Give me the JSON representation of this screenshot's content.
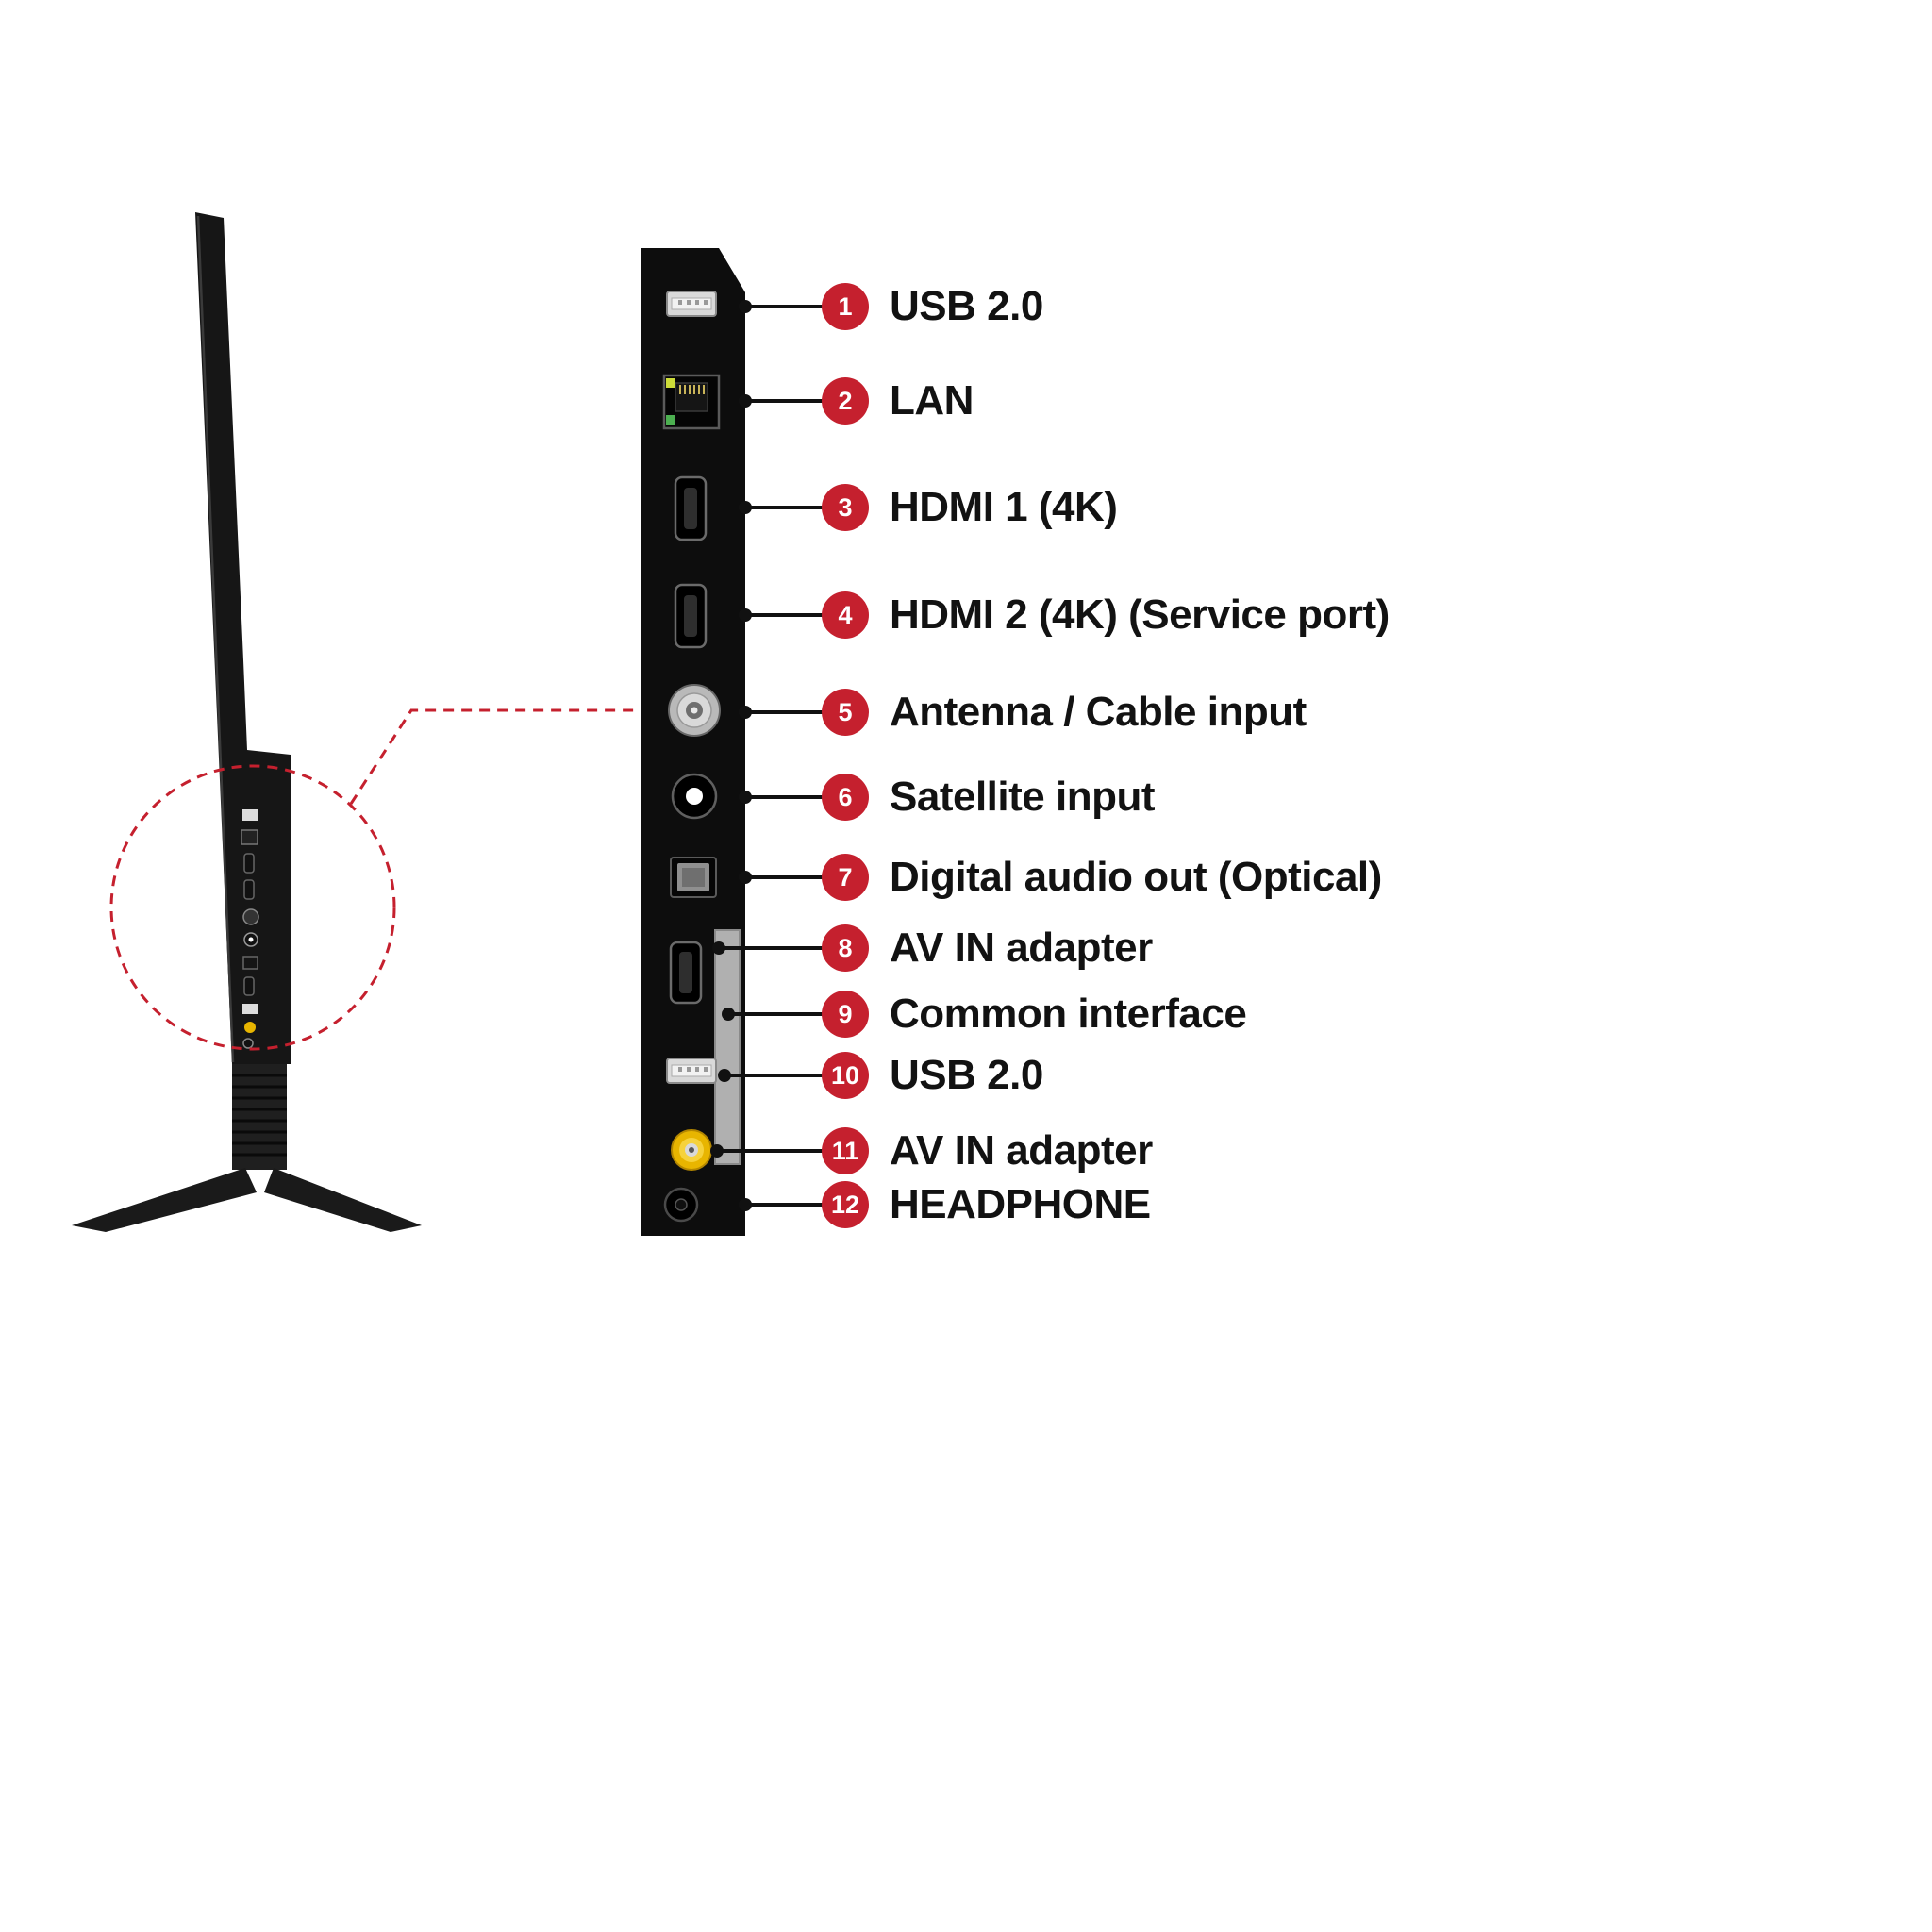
{
  "colors": {
    "accent_red": "#c5202e",
    "panel_black": "#0d0d0d",
    "label_text": "#121212",
    "rca_yellow": "#e8b500"
  },
  "ports": [
    {
      "num": "1",
      "label": "USB 2.0",
      "icon": "usb-port-icon"
    },
    {
      "num": "2",
      "label": "LAN",
      "icon": "lan-port-icon"
    },
    {
      "num": "3",
      "label": "HDMI 1 (4K)",
      "icon": "hdmi-port-icon"
    },
    {
      "num": "4",
      "label": "HDMI 2 (4K) (Service port)",
      "icon": "hdmi-port-icon"
    },
    {
      "num": "5",
      "label": "Antenna / Cable input",
      "icon": "antenna-coax-port-icon"
    },
    {
      "num": "6",
      "label": "Satellite input",
      "icon": "satellite-port-icon"
    },
    {
      "num": "7",
      "label": "Digital audio out (Optical)",
      "icon": "optical-audio-port-icon"
    },
    {
      "num": "8",
      "label": "AV IN adapter",
      "icon": "av-in-port-icon"
    },
    {
      "num": "9",
      "label": "Common interface",
      "icon": "common-interface-slot-icon"
    },
    {
      "num": "10",
      "label": "USB 2.0",
      "icon": "usb-port-icon"
    },
    {
      "num": "11",
      "label": "AV IN adapter",
      "icon": "rca-port-icon"
    },
    {
      "num": "12",
      "label": "HEADPHONE",
      "icon": "headphone-jack-icon"
    }
  ]
}
